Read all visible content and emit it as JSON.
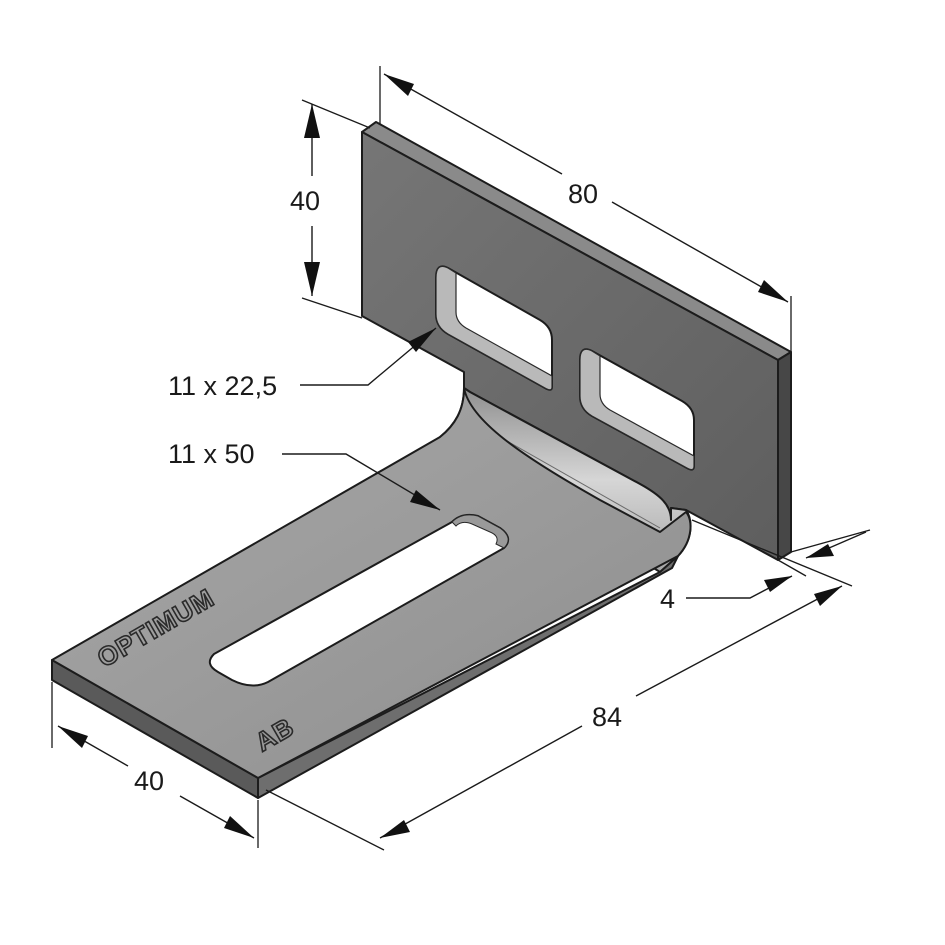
{
  "dimensions": {
    "upright_width": "80",
    "upright_height": "40",
    "upright_slot": "11 x 22,5",
    "base_slot": "11 x 50",
    "thickness": "4",
    "base_length": "84",
    "base_width": "40"
  },
  "engraving": {
    "brand": "OPTIMUM",
    "mark": "AB"
  },
  "colors": {
    "upright_face": "#6e6e6e",
    "upright_top": "#8a8a8a",
    "upright_side": "#4a4a4a",
    "base_top": "#9d9d9d",
    "base_front": "#5a5a5a",
    "bend": "#b8b8b8",
    "outline": "#1c1c1c"
  }
}
